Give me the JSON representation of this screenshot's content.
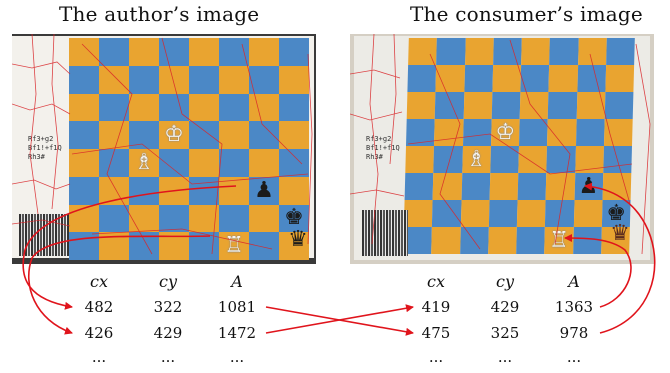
{
  "titles": {
    "left": "The author’s image",
    "right": "The consumer’s image"
  },
  "notation": [
    "Rf3+g2",
    "Bf1!+f1Q",
    "Rh3#"
  ],
  "left_table": {
    "headers": [
      "cx",
      "cy",
      "A"
    ],
    "rows": [
      [
        "482",
        "322",
        "1081"
      ],
      [
        "426",
        "429",
        "1472"
      ],
      [
        "...",
        "...",
        "..."
      ]
    ]
  },
  "right_table": {
    "headers": [
      "cx",
      "cy",
      "A"
    ],
    "rows": [
      [
        "419",
        "429",
        "1363"
      ],
      [
        "475",
        "325",
        "978"
      ],
      [
        "...",
        "...",
        "..."
      ]
    ]
  },
  "colors": {
    "arrow": "#e0141c",
    "square_orange": "#e9a430",
    "square_blue": "#4b88c6",
    "segment_lines": "#d9262a"
  },
  "pieces": {
    "white_king": "♔",
    "white_bishop": "♗",
    "white_rook": "♖",
    "black_pawn": "♟",
    "black_king": "♚",
    "black_queen": "♛"
  }
}
